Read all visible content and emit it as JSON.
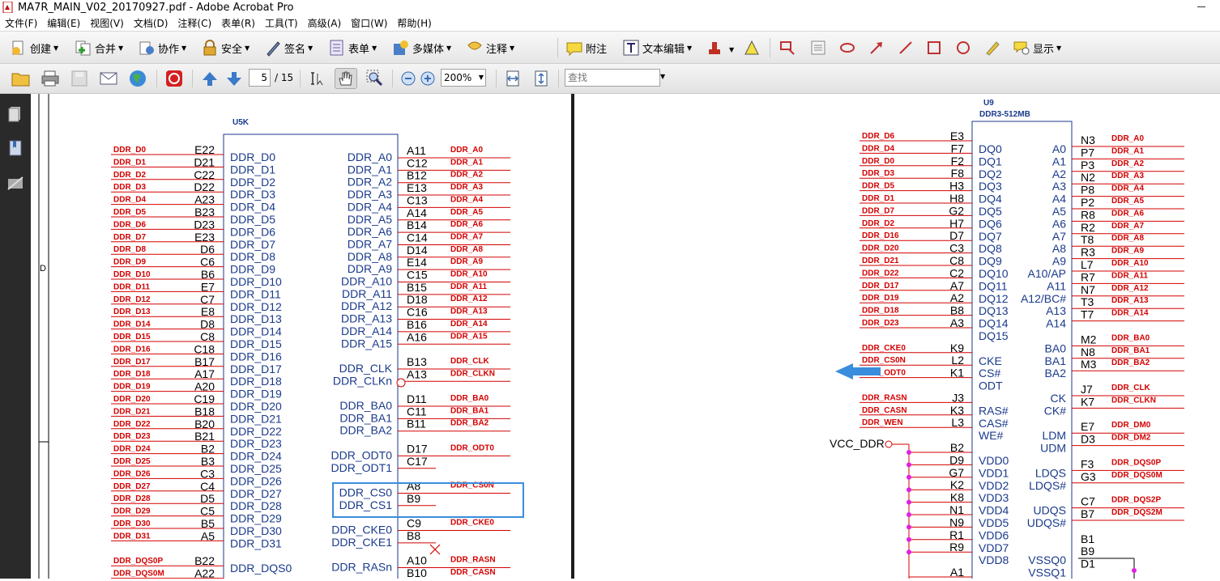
{
  "window": {
    "title": "MA7R_MAIN_V02_20170927.pdf - Adobe Acrobat Pro"
  },
  "menu": [
    "文件(F)",
    "编辑(E)",
    "视图(V)",
    "文档(D)",
    "注释(C)",
    "表单(R)",
    "工具(T)",
    "高级(A)",
    "窗口(W)",
    "帮助(H)"
  ],
  "toolbar1": {
    "create": "创建",
    "combine": "合并",
    "collaborate": "协作",
    "secure": "安全",
    "sign": "签名",
    "forms": "表单",
    "multimedia": "多媒体",
    "comment": "注释",
    "sticky_note": "附注",
    "text_edit": "文本编辑",
    "show": "显示"
  },
  "toolbar2": {
    "page_current": "5",
    "page_total": "/ 15",
    "zoom": "200%",
    "search_placeholder": "查找"
  },
  "left_sheet": {
    "ref": "U5K",
    "border_letter": "D",
    "left_pins": [
      {
        "sig": "DDR_D0",
        "ball": "E22",
        "name": "DDR_D0"
      },
      {
        "sig": "DDR_D1",
        "ball": "D21",
        "name": "DDR_D1"
      },
      {
        "sig": "DDR_D2",
        "ball": "C22",
        "name": "DDR_D2"
      },
      {
        "sig": "DDR_D3",
        "ball": "D22",
        "name": "DDR_D3"
      },
      {
        "sig": "DDR_D4",
        "ball": "A23",
        "name": "DDR_D4"
      },
      {
        "sig": "DDR_D5",
        "ball": "B23",
        "name": "DDR_D5"
      },
      {
        "sig": "DDR_D6",
        "ball": "D23",
        "name": "DDR_D6"
      },
      {
        "sig": "DDR_D7",
        "ball": "E23",
        "name": "DDR_D7"
      },
      {
        "sig": "DDR_D8",
        "ball": "D6",
        "name": "DDR_D8"
      },
      {
        "sig": "DDR_D9",
        "ball": "C6",
        "name": "DDR_D9"
      },
      {
        "sig": "DDR_D10",
        "ball": "B6",
        "name": "DDR_D10"
      },
      {
        "sig": "DDR_D11",
        "ball": "E7",
        "name": "DDR_D11"
      },
      {
        "sig": "DDR_D12",
        "ball": "C7",
        "name": "DDR_D12"
      },
      {
        "sig": "DDR_D13",
        "ball": "E8",
        "name": "DDR_D13"
      },
      {
        "sig": "DDR_D14",
        "ball": "D8",
        "name": "DDR_D14"
      },
      {
        "sig": "DDR_D15",
        "ball": "C8",
        "name": "DDR_D15"
      },
      {
        "sig": "DDR_D16",
        "ball": "C18",
        "name": "DDR_D16"
      },
      {
        "sig": "DDR_D17",
        "ball": "B17",
        "name": "DDR_D17"
      },
      {
        "sig": "DDR_D18",
        "ball": "A17",
        "name": "DDR_D18"
      },
      {
        "sig": "DDR_D19",
        "ball": "A20",
        "name": "DDR_D19"
      },
      {
        "sig": "DDR_D20",
        "ball": "C19",
        "name": "DDR_D20"
      },
      {
        "sig": "DDR_D21",
        "ball": "B18",
        "name": "DDR_D21"
      },
      {
        "sig": "DDR_D22",
        "ball": "B20",
        "name": "DDR_D22"
      },
      {
        "sig": "DDR_D23",
        "ball": "B21",
        "name": "DDR_D23"
      },
      {
        "sig": "DDR_D24",
        "ball": "B2",
        "name": "DDR_D24"
      },
      {
        "sig": "DDR_D25",
        "ball": "B3",
        "name": "DDR_D25"
      },
      {
        "sig": "DDR_D26",
        "ball": "C3",
        "name": "DDR_D26"
      },
      {
        "sig": "DDR_D27",
        "ball": "C4",
        "name": "DDR_D27"
      },
      {
        "sig": "DDR_D28",
        "ball": "D5",
        "name": "DDR_D28"
      },
      {
        "sig": "DDR_D29",
        "ball": "C5",
        "name": "DDR_D29"
      },
      {
        "sig": "DDR_D30",
        "ball": "B5",
        "name": "DDR_D30"
      },
      {
        "sig": "DDR_D31",
        "ball": "A5",
        "name": "DDR_D31"
      },
      {
        "sig": "",
        "ball": "",
        "name": ""
      },
      {
        "sig": "DDR_DQS0P",
        "ball": "B22",
        "name": "DDR_DQS0"
      },
      {
        "sig": "DDR_DQS0M",
        "ball": "A22",
        "name": ""
      }
    ],
    "right_pins": [
      {
        "name": "DDR_A0",
        "ball": "A11",
        "sig": "DDR_A0"
      },
      {
        "name": "DDR_A1",
        "ball": "C12",
        "sig": "DDR_A1"
      },
      {
        "name": "DDR_A2",
        "ball": "B12",
        "sig": "DDR_A2"
      },
      {
        "name": "DDR_A3",
        "ball": "E13",
        "sig": "DDR_A3"
      },
      {
        "name": "DDR_A4",
        "ball": "C13",
        "sig": "DDR_A4"
      },
      {
        "name": "DDR_A5",
        "ball": "A14",
        "sig": "DDR_A5"
      },
      {
        "name": "DDR_A6",
        "ball": "B14",
        "sig": "DDR_A6"
      },
      {
        "name": "DDR_A7",
        "ball": "C14",
        "sig": "DDR_A7"
      },
      {
        "name": "DDR_A8",
        "ball": "D14",
        "sig": "DDR_A8"
      },
      {
        "name": "DDR_A9",
        "ball": "E14",
        "sig": "DDR_A9"
      },
      {
        "name": "DDR_A10",
        "ball": "C15",
        "sig": "DDR_A10"
      },
      {
        "name": "DDR_A11",
        "ball": "B15",
        "sig": "DDR_A11"
      },
      {
        "name": "DDR_A12",
        "ball": "D18",
        "sig": "DDR_A12"
      },
      {
        "name": "DDR_A13",
        "ball": "C16",
        "sig": "DDR_A13"
      },
      {
        "name": "DDR_A14",
        "ball": "B16",
        "sig": "DDR_A14"
      },
      {
        "name": "DDR_A15",
        "ball": "A16",
        "sig": "DDR_A15"
      },
      {
        "name": "",
        "ball": "",
        "sig": ""
      },
      {
        "name": "DDR_CLK",
        "ball": "B13",
        "sig": "DDR_CLK"
      },
      {
        "name": "DDR_CLKn",
        "ball": "A13",
        "sig": "DDR_CLKN"
      },
      {
        "name": "",
        "ball": "",
        "sig": ""
      },
      {
        "name": "DDR_BA0",
        "ball": "D11",
        "sig": "DDR_BA0"
      },
      {
        "name": "DDR_BA1",
        "ball": "C11",
        "sig": "DDR_BA1"
      },
      {
        "name": "DDR_BA2",
        "ball": "B11",
        "sig": "DDR_BA2"
      },
      {
        "name": "",
        "ball": "",
        "sig": ""
      },
      {
        "name": "DDR_ODT0",
        "ball": "D17",
        "sig": "DDR_ODT0"
      },
      {
        "name": "DDR_ODT1",
        "ball": "C17",
        "sig": ""
      },
      {
        "name": "",
        "ball": "",
        "sig": ""
      },
      {
        "name": "DDR_CS0",
        "ball": "A8",
        "sig": "DDR_CS0N"
      },
      {
        "name": "DDR_CS1",
        "ball": "B9",
        "sig": ""
      },
      {
        "name": "",
        "ball": "",
        "sig": ""
      },
      {
        "name": "DDR_CKE0",
        "ball": "C9",
        "sig": "DDR_CKE0"
      },
      {
        "name": "DDR_CKE1",
        "ball": "B8",
        "sig": ""
      },
      {
        "name": "",
        "ball": "",
        "sig": ""
      },
      {
        "name": "DDR_RASn",
        "ball": "A10",
        "sig": "DDR_RASN"
      },
      {
        "name": "",
        "ball": "B10",
        "sig": "DDR_CASN"
      }
    ]
  },
  "right_sheet": {
    "ref": "U9",
    "part": "DDR3-512MB",
    "vcc_label": "VCC_DDR",
    "left_pins": [
      {
        "sig": "DDR_D6",
        "ball": "E3",
        "name": "DQ0"
      },
      {
        "sig": "DDR_D4",
        "ball": "F7",
        "name": "DQ1"
      },
      {
        "sig": "DDR_D0",
        "ball": "F2",
        "name": "DQ2"
      },
      {
        "sig": "DDR_D3",
        "ball": "F8",
        "name": "DQ3"
      },
      {
        "sig": "DDR_D5",
        "ball": "H3",
        "name": "DQ4"
      },
      {
        "sig": "DDR_D1",
        "ball": "H8",
        "name": "DQ5"
      },
      {
        "sig": "DDR_D7",
        "ball": "G2",
        "name": "DQ6"
      },
      {
        "sig": "DDR_D2",
        "ball": "H7",
        "name": "DQ7"
      },
      {
        "sig": "DDR_D16",
        "ball": "D7",
        "name": "DQ8"
      },
      {
        "sig": "DDR_D20",
        "ball": "C3",
        "name": "DQ9"
      },
      {
        "sig": "DDR_D21",
        "ball": "C8",
        "name": "DQ10"
      },
      {
        "sig": "DDR_D22",
        "ball": "C2",
        "name": "DQ11"
      },
      {
        "sig": "DDR_D17",
        "ball": "A7",
        "name": "DQ12"
      },
      {
        "sig": "DDR_D19",
        "ball": "A2",
        "name": "DQ13"
      },
      {
        "sig": "DDR_D18",
        "ball": "B8",
        "name": "DQ14"
      },
      {
        "sig": "DDR_D23",
        "ball": "A3",
        "name": "DQ15"
      },
      {
        "sig": "",
        "ball": "",
        "name": ""
      },
      {
        "sig": "DDR_CKE0",
        "ball": "K9",
        "name": "CKE"
      },
      {
        "sig": "DDR_CS0N",
        "ball": "L2",
        "name": "CS#"
      },
      {
        "sig": "DDR_ODT0",
        "ball": "K1",
        "name": "ODT"
      },
      {
        "sig": "",
        "ball": "",
        "name": ""
      },
      {
        "sig": "DDR_RASN",
        "ball": "J3",
        "name": "RAS#"
      },
      {
        "sig": "DDR_CASN",
        "ball": "K3",
        "name": "CAS#"
      },
      {
        "sig": "DDR_WEN",
        "ball": "L3",
        "name": "WE#"
      },
      {
        "sig": "",
        "ball": "",
        "name": ""
      },
      {
        "sig": "",
        "ball": "B2",
        "name": "VDD0"
      },
      {
        "sig": "",
        "ball": "D9",
        "name": "VDD1"
      },
      {
        "sig": "",
        "ball": "G7",
        "name": "VDD2"
      },
      {
        "sig": "",
        "ball": "K2",
        "name": "VDD3"
      },
      {
        "sig": "",
        "ball": "K8",
        "name": "VDD4"
      },
      {
        "sig": "",
        "ball": "N1",
        "name": "VDD5"
      },
      {
        "sig": "",
        "ball": "N9",
        "name": "VDD6"
      },
      {
        "sig": "",
        "ball": "R1",
        "name": "VDD7"
      },
      {
        "sig": "",
        "ball": "R9",
        "name": "VDD8"
      },
      {
        "sig": "",
        "ball": "",
        "name": ""
      },
      {
        "sig": "",
        "ball": "A1",
        "name": ""
      }
    ],
    "right_pins": [
      {
        "name": "A0",
        "ball": "N3",
        "sig": "DDR_A0"
      },
      {
        "name": "A1",
        "ball": "P7",
        "sig": "DDR_A1"
      },
      {
        "name": "A2",
        "ball": "P3",
        "sig": "DDR_A2"
      },
      {
        "name": "A3",
        "ball": "N2",
        "sig": "DDR_A3"
      },
      {
        "name": "A4",
        "ball": "P8",
        "sig": "DDR_A4"
      },
      {
        "name": "A5",
        "ball": "P2",
        "sig": "DDR_A5"
      },
      {
        "name": "A6",
        "ball": "R8",
        "sig": "DDR_A6"
      },
      {
        "name": "A7",
        "ball": "R2",
        "sig": "DDR_A7"
      },
      {
        "name": "A8",
        "ball": "T8",
        "sig": "DDR_A8"
      },
      {
        "name": "A9",
        "ball": "R3",
        "sig": "DDR_A9"
      },
      {
        "name": "A10/AP",
        "ball": "L7",
        "sig": "DDR_A10"
      },
      {
        "name": "A11",
        "ball": "R7",
        "sig": "DDR_A11"
      },
      {
        "name": "A12/BC#",
        "ball": "N7",
        "sig": "DDR_A12"
      },
      {
        "name": "A13",
        "ball": "T3",
        "sig": "DDR_A13"
      },
      {
        "name": "A14",
        "ball": "T7",
        "sig": "DDR_A14"
      },
      {
        "name": "",
        "ball": "",
        "sig": ""
      },
      {
        "name": "BA0",
        "ball": "M2",
        "sig": "DDR_BA0"
      },
      {
        "name": "BA1",
        "ball": "N8",
        "sig": "DDR_BA1"
      },
      {
        "name": "BA2",
        "ball": "M3",
        "sig": "DDR_BA2"
      },
      {
        "name": "",
        "ball": "",
        "sig": ""
      },
      {
        "name": "CK",
        "ball": "J7",
        "sig": "DDR_CLK"
      },
      {
        "name": "CK#",
        "ball": "K7",
        "sig": "DDR_CLKN"
      },
      {
        "name": "",
        "ball": "",
        "sig": ""
      },
      {
        "name": "LDM",
        "ball": "E7",
        "sig": "DDR_DM0"
      },
      {
        "name": "UDM",
        "ball": "D3",
        "sig": "DDR_DM2"
      },
      {
        "name": "",
        "ball": "",
        "sig": ""
      },
      {
        "name": "LDQS",
        "ball": "F3",
        "sig": "DDR_DQS0P"
      },
      {
        "name": "LDQS#",
        "ball": "G3",
        "sig": "DDR_DQS0M"
      },
      {
        "name": "",
        "ball": "",
        "sig": ""
      },
      {
        "name": "UDQS",
        "ball": "C7",
        "sig": "DDR_DQS2P"
      },
      {
        "name": "UDQS#",
        "ball": "B7",
        "sig": "DDR_DQS2M"
      },
      {
        "name": "",
        "ball": "",
        "sig": ""
      },
      {
        "name": "",
        "ball": "B1",
        "sig": ""
      },
      {
        "name": "VSSQ0",
        "ball": "B9",
        "sig": ""
      },
      {
        "name": "VSSQ1",
        "ball": "D1",
        "sig": ""
      }
    ]
  },
  "colors": {
    "accent_blue": "#3a8ddd",
    "signal_red": "#d40000",
    "pin_blue": "#1a3a8c",
    "junction_magenta": "#e020e0"
  }
}
